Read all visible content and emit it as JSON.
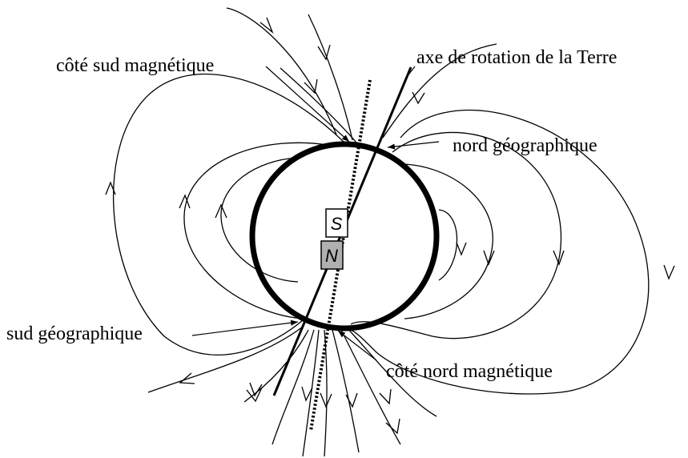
{
  "labels": {
    "south_magnetic_side": "côté sud magnétique",
    "rotation_axis": "axe de rotation de la Terre",
    "geographic_north": "nord géographique",
    "geographic_south": "sud géographique",
    "north_magnetic_side": "côté nord magnétique"
  },
  "magnet": {
    "top_pole": "S",
    "bottom_pole": "N",
    "top_color": "#ffffff",
    "bottom_color": "#b0b0b0"
  },
  "colors": {
    "ink": "#000000",
    "background": "#ffffff"
  }
}
